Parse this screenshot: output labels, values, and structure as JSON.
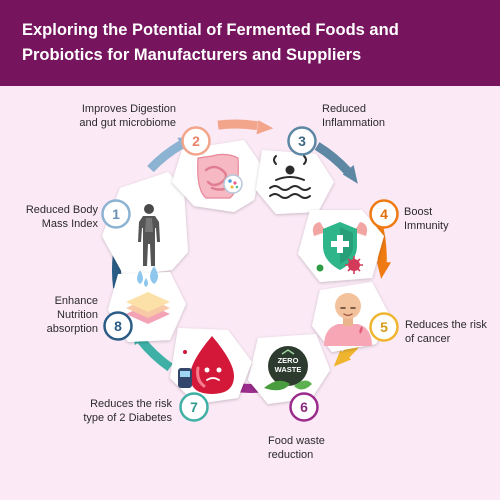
{
  "header": {
    "title_line1": "Exploring the Potential of Fermented Foods and",
    "title_line2": "Probiotics for Manufacturers and Suppliers"
  },
  "steps": [
    {
      "number": "1",
      "label_line1": "Reduced Body",
      "label_line2": "Mass Index",
      "icon": "human-body-icon",
      "color": "#8db3d3"
    },
    {
      "number": "2",
      "label_line1": "Improves Digestion",
      "label_line2": "and gut microbiome",
      "icon": "intestine-icon",
      "color": "#f2a58a"
    },
    {
      "number": "3",
      "label_line1": "Reduced",
      "label_line2": "Inflammation",
      "icon": "inflammation-icon",
      "color": "#5d87a3"
    },
    {
      "number": "4",
      "label_line1": "Boost",
      "label_line2": "Immunity",
      "icon": "immunity-shield-icon",
      "color": "#ef7a12"
    },
    {
      "number": "5",
      "label_line1": "Reduces the risk",
      "label_line2": "of cancer",
      "icon": "cancer-patient-icon",
      "color": "#f0b52f"
    },
    {
      "number": "6",
      "label_line1": "Food waste",
      "label_line2": "reduction",
      "icon": "zero-waste-icon",
      "color": "#9b2b8c"
    },
    {
      "number": "7",
      "label_line1": "Reduces the risk",
      "label_line2": "type of 2 Diabetes",
      "icon": "diabetes-blood-drop-icon",
      "color": "#3fb0a6"
    },
    {
      "number": "8",
      "label_line1": "Enhance",
      "label_line2": "Nutrition",
      "label_line3": "absorption",
      "icon": "nutrition-layers-icon",
      "color": "#2a5c86"
    }
  ],
  "icons": {
    "zero_waste_text_line1": "ZERO",
    "zero_waste_text_line2": "WASTE"
  }
}
